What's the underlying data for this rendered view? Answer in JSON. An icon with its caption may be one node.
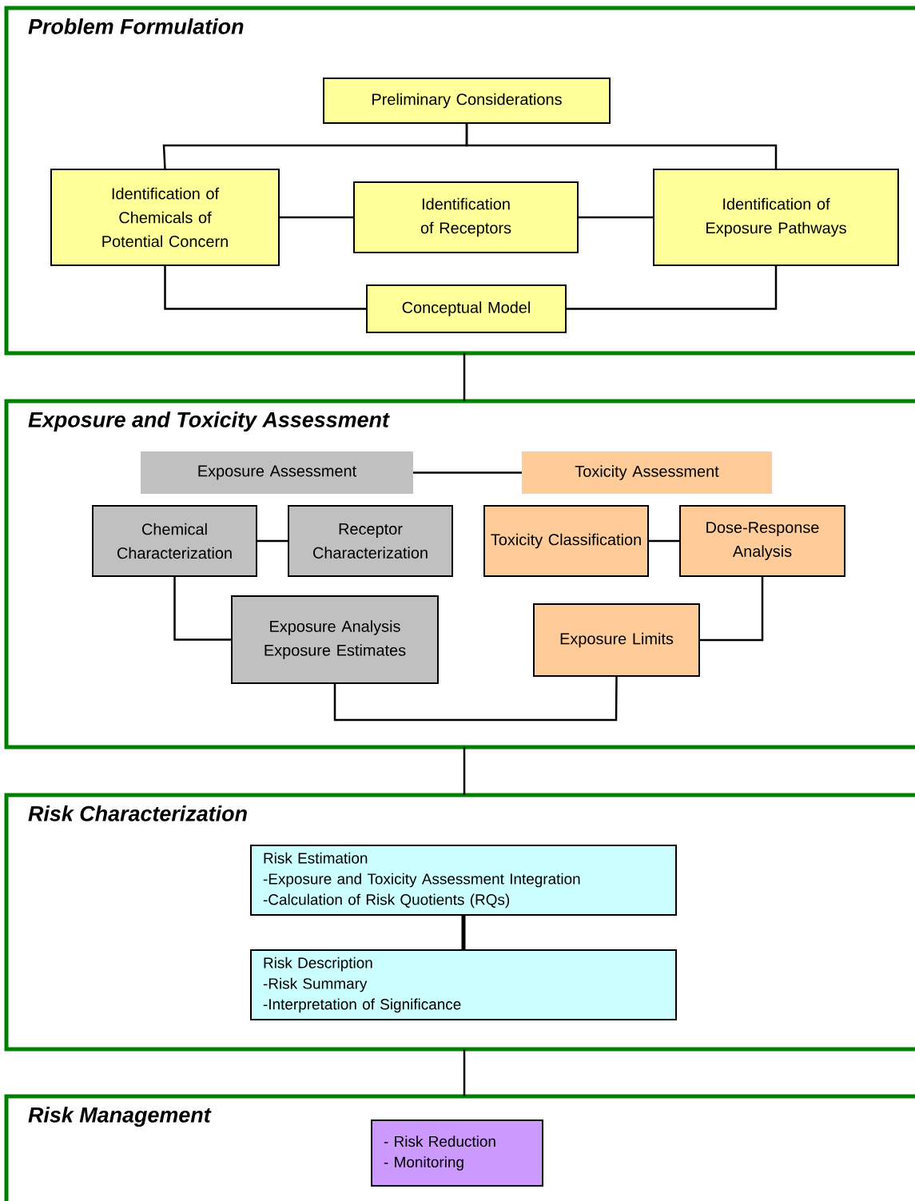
{
  "diagram": {
    "nodes": [
      {
        "text": [
          "Problem Formulation"
        ]
      },
      {
        "text": [
          "Preliminary Considerations"
        ],
        "in": 0
      },
      {
        "text": [
          "Identification of Chemicals of Potential Concern"
        ],
        "in": 0
      },
      {
        "text": [
          "Identification of Receptors"
        ],
        "in": 0
      },
      {
        "text": [
          "Identification of Exposure Pathways"
        ],
        "in": 0
      },
      {
        "text": [
          "Conceptual Model"
        ],
        "in": 0
      },
      {
        "text": [
          "Exposure and Toxicity Assessment"
        ]
      },
      {
        "text": [
          "Exposure Assessment"
        ],
        "in": 6
      },
      {
        "text": [
          "Toxicity Assessment"
        ],
        "in": 6
      },
      {
        "text": [
          "Chemical Characterization"
        ],
        "in": 6
      },
      {
        "text": [
          "Receptor Characterization"
        ],
        "in": 6
      },
      {
        "text": [
          "Toxicity Classification"
        ],
        "in": 6
      },
      {
        "text": [
          "Dose-Response Analysis"
        ],
        "in": 6
      },
      {
        "text": [
          "Exposure Analysis",
          "Exposure Estimates"
        ],
        "in": 6
      },
      {
        "text": [
          "Exposure Limits"
        ],
        "in": 6
      },
      {
        "text": [
          "Risk Characterization"
        ]
      },
      {
        "text": [
          "Risk Estimation",
          "-Exposure and Toxicity Assessment Integration",
          "-Calculation of Risk Quotients (RQs)"
        ],
        "in": 15
      },
      {
        "text": [
          "Risk Description",
          "-Risk Summary",
          "-Interpretation of Significance"
        ],
        "in": 15
      },
      {
        "text": [
          "Risk Management"
        ]
      },
      {
        "text": [
          "- Risk Reduction",
          "- Monitoring"
        ],
        "in": 18
      }
    ],
    "edges": [
      {
        "from": 1,
        "to": 2,
        "arrow": "none"
      },
      {
        "from": 1,
        "to": 4,
        "arrow": "none"
      },
      {
        "from": 2,
        "to": 3,
        "arrow": "none"
      },
      {
        "from": 3,
        "to": 4,
        "arrow": "none"
      },
      {
        "from": 2,
        "to": 5,
        "arrow": "none"
      },
      {
        "from": 4,
        "to": 5,
        "arrow": "none"
      },
      {
        "from": 0,
        "to": 6,
        "arrow": "none"
      },
      {
        "from": 7,
        "to": 8,
        "arrow": "none"
      },
      {
        "from": 9,
        "to": 10,
        "arrow": "none"
      },
      {
        "from": 11,
        "to": 12,
        "arrow": "none"
      },
      {
        "from": 9,
        "to": 13,
        "arrow": "none"
      },
      {
        "from": 12,
        "to": 14,
        "arrow": "none"
      },
      {
        "from": 13,
        "to": 14,
        "arrow": "none"
      },
      {
        "from": 6,
        "to": 15,
        "arrow": "none"
      },
      {
        "from": 16,
        "to": 17,
        "arrow": "none",
        "style": "thick"
      },
      {
        "from": 15,
        "to": 18,
        "arrow": "none"
      }
    ]
  }
}
